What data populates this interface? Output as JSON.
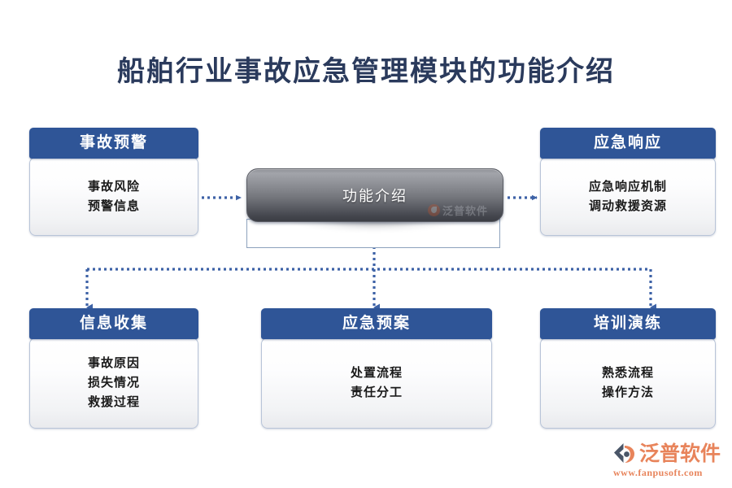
{
  "page": {
    "title": "船舶行业事故应急管理模块的功能介绍",
    "background_color": "#ffffff",
    "title_color": "#2a3a5c",
    "header_color": "#2f5597",
    "connector_color": "#3d62a6"
  },
  "center_node": {
    "label": "功能介绍",
    "watermark_text": "泛普软件"
  },
  "cards": [
    {
      "id": "accident-warning",
      "header": "事故预警",
      "lines": [
        "事故风险",
        "预警信息"
      ]
    },
    {
      "id": "emergency-response",
      "header": "应急响应",
      "lines": [
        "应急响应机制",
        "调动救援资源"
      ]
    },
    {
      "id": "information-collection",
      "header": "信息收集",
      "lines": [
        "事故原因",
        "损失情况",
        "救援过程"
      ]
    },
    {
      "id": "emergency-plan",
      "header": "应急预案",
      "lines": [
        "处置流程",
        "责任分工"
      ]
    },
    {
      "id": "training-drill",
      "header": "培训演练",
      "lines": [
        "熟悉流程",
        "操作方法"
      ]
    }
  ],
  "brand": {
    "name": "泛普软件",
    "url": "www.fanpusoft.com",
    "color": "#e8845b"
  }
}
